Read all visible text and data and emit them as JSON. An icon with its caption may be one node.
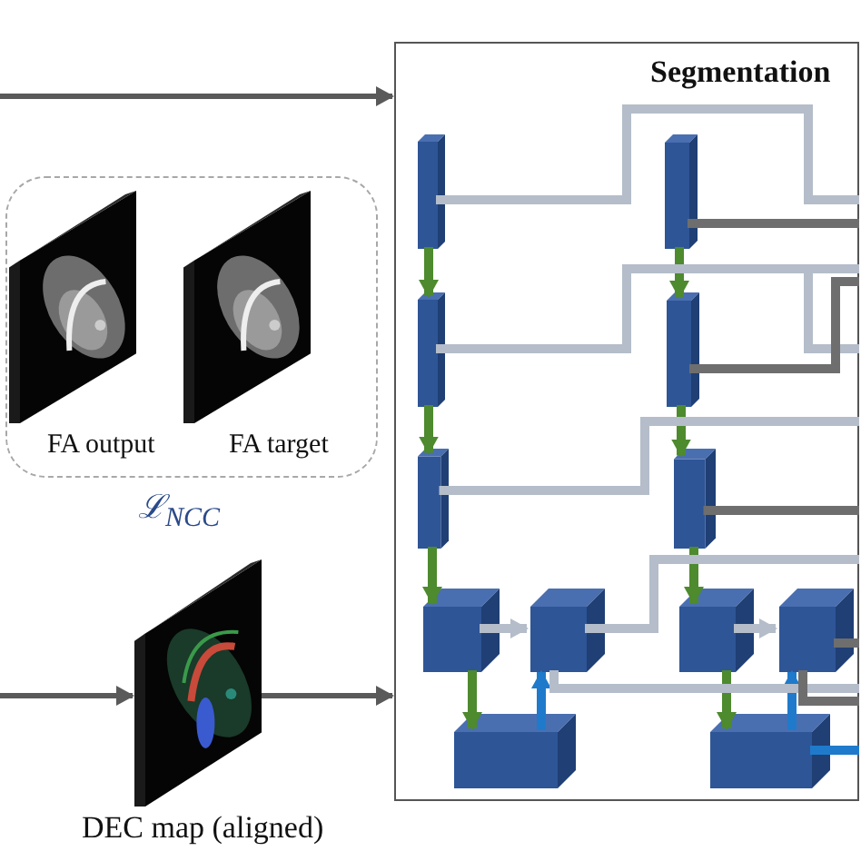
{
  "diagram": {
    "nodes": [
      {
        "text": [
          "ℒ$_{NCC}$"
        ]
      },
      {
        "text": [
          "FA output"
        ],
        "in": 0
      },
      {
        "text": [
          "FA target"
        ],
        "in": 0
      },
      {
        "text": [
          "DEC map (aligned)"
        ]
      },
      {
        "text": [
          "Segmentation"
        ]
      },
      {
        "text": [],
        "shape": "box",
        "in": 4
      },
      {
        "text": [],
        "shape": "box",
        "in": 4
      },
      {
        "text": [],
        "shape": "box",
        "in": 4
      },
      {
        "text": [],
        "shape": "box",
        "in": 4
      },
      {
        "text": [],
        "shape": "box",
        "in": 4
      },
      {
        "text": [],
        "shape": "box",
        "in": 4
      },
      {
        "text": [],
        "shape": "box",
        "in": 4
      },
      {
        "text": [],
        "shape": "box",
        "in": 4
      },
      {
        "text": [],
        "shape": "box",
        "in": 4
      },
      {
        "text": [],
        "shape": "box",
        "in": 4
      },
      {
        "text": [],
        "shape": "box",
        "in": 4
      },
      {
        "text": [],
        "shape": "box",
        "in": 4
      }
    ],
    "edges": [
      {
        "from": null,
        "to": 4,
        "arrow": "to"
      },
      {
        "from": null,
        "to": 3,
        "arrow": "to"
      },
      {
        "from": 3,
        "to": 4,
        "arrow": "to"
      },
      {
        "from": 5,
        "to": 6,
        "arrow": "to",
        "color": "#4e8a2e"
      },
      {
        "from": 6,
        "to": 7,
        "arrow": "to",
        "color": "#4e8a2e"
      },
      {
        "from": 7,
        "to": 8,
        "arrow": "to",
        "color": "#4e8a2e"
      },
      {
        "from": 8,
        "to": 9,
        "arrow": "to",
        "color": "#4e8a2e"
      },
      {
        "from": 11,
        "to": 12,
        "arrow": "to",
        "color": "#4e8a2e"
      },
      {
        "from": 12,
        "to": 13,
        "arrow": "to",
        "color": "#4e8a2e"
      },
      {
        "from": 13,
        "to": 14,
        "arrow": "to",
        "color": "#4e8a2e"
      },
      {
        "from": 14,
        "to": 15,
        "arrow": "to",
        "color": "#4e8a2e"
      },
      {
        "from": 8,
        "to": 10,
        "arrow": "to",
        "color": "#b4bdc9"
      },
      {
        "from": 14,
        "to": 16,
        "arrow": "to",
        "color": "#b4bdc9"
      },
      {
        "from": 9,
        "to": 10,
        "arrow": "to",
        "color": "#1f7acb"
      },
      {
        "from": 15,
        "to": 16,
        "arrow": "to",
        "color": "#1f7acb"
      },
      {
        "from": 5,
        "to": null,
        "arrow": "none",
        "color": "#b4bdc9"
      },
      {
        "from": 6,
        "to": null,
        "arrow": "none",
        "color": "#b4bdc9"
      },
      {
        "from": 7,
        "to": null,
        "arrow": "none",
        "color": "#b4bdc9"
      },
      {
        "from": 10,
        "to": null,
        "arrow": "none",
        "color": "#b4bdc9"
      },
      {
        "from": 10,
        "to": null,
        "arrow": "none",
        "color": "#b4bdc9"
      },
      {
        "from": 11,
        "to": null,
        "arrow": "none",
        "color": "#6e6e6e"
      },
      {
        "from": 12,
        "to": null,
        "arrow": "none",
        "color": "#6e6e6e"
      },
      {
        "from": 13,
        "to": null,
        "arrow": "none",
        "color": "#6e6e6e"
      },
      {
        "from": 16,
        "to": null,
        "arrow": "none",
        "color": "#6e6e6e"
      },
      {
        "from": 16,
        "to": null,
        "arrow": "none",
        "color": "#6e6e6e"
      },
      {
        "from": 15,
        "to": null,
        "arrow": "none",
        "color": "#1f7acb"
      }
    ]
  }
}
